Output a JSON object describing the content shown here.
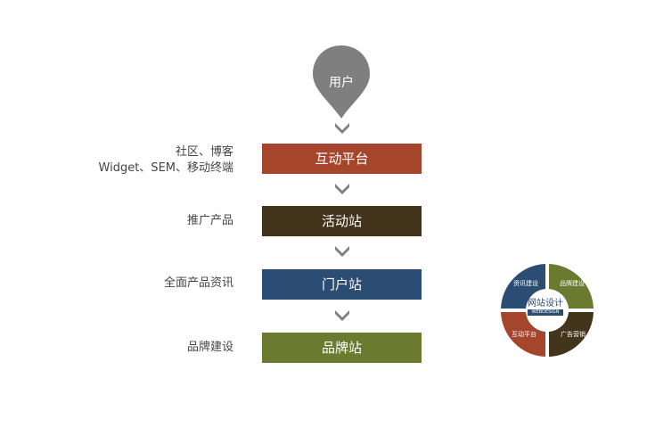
{
  "user": {
    "label": "用户"
  },
  "colors": {
    "pin": "#7f7f7f",
    "chevron": "#7f7f7f",
    "stage1": "#a5452c",
    "stage2": "#43341c",
    "stage3": "#2b4c73",
    "stage4": "#6a7b2f"
  },
  "stages": [
    {
      "label": "互动平台",
      "side_line1": "社区、博客",
      "side_line2": "Widget、SEM、移动终端"
    },
    {
      "label": "活动站",
      "side_line1": "推广产品"
    },
    {
      "label": "门户站",
      "side_line1": "全面产品资讯"
    },
    {
      "label": "品牌站",
      "side_line1": "品牌建设"
    }
  ],
  "ring": {
    "center_title": "网站设计",
    "center_sub": "WEBDESIGN",
    "segments": [
      {
        "label": "资讯建设",
        "color": "#2b4c73"
      },
      {
        "label": "品牌建设",
        "color": "#6a7b2f"
      },
      {
        "label": "广告营销",
        "color": "#43341c"
      },
      {
        "label": "互动平台",
        "color": "#a5452c"
      }
    ]
  }
}
